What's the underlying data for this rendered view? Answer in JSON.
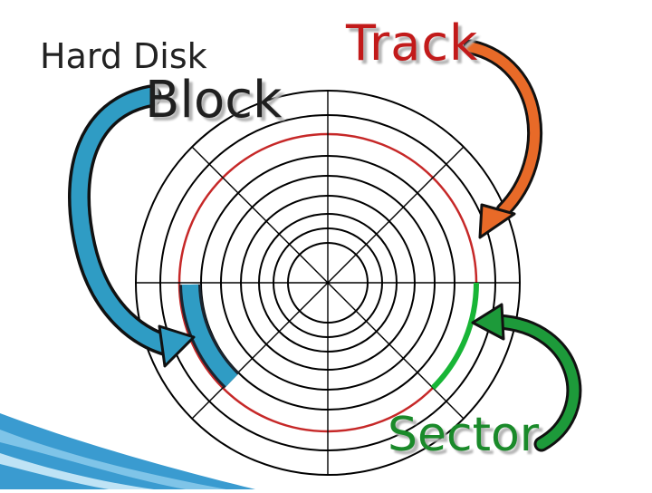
{
  "labels": {
    "hard_disk": "Hard Disk",
    "block": "Block",
    "track": "Track",
    "sector": "Sector"
  },
  "colors": {
    "rings": "#000000",
    "track": "#c62828",
    "sector": "#18b536",
    "block": "#2f9cc4",
    "track_arrow": "#e86a28",
    "sector_arrow": "#1d9a3a",
    "corner_wave": "#3a9bd0"
  },
  "diagram": {
    "ring_count": 9,
    "sector_lines": 8,
    "highlighted_track_ring": 3
  }
}
